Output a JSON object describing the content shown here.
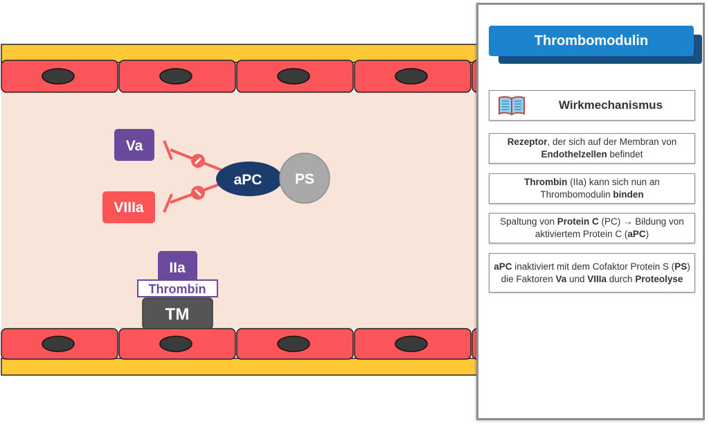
{
  "diagram": {
    "labels": {
      "va": "Va",
      "viiia": "VIIIa",
      "apc": "aPC",
      "ps": "PS",
      "iia": "IIa",
      "thrombin": "Thrombin",
      "tm": "TM"
    },
    "colors": {
      "wall_yellow": "#fec837",
      "cell_red": "#fc5559",
      "nucleus": "#3a3a3a",
      "lumen": "#f9e4d9",
      "va_purple": "#6a4a9c",
      "viiia_red": "#f95557",
      "apc_navy": "#1d3c6e",
      "ps_gray": "#a9a9a9",
      "tm_dark": "#555555",
      "inhibitor": "#f55c5c"
    }
  },
  "panel": {
    "title": "Thrombomodulin",
    "section_label": "Wirkmechanismus",
    "section_icon": "book-icon",
    "colors": {
      "title_bg": "#1c84cf",
      "title_shadow": "#184f80",
      "border": "#8e8e8e"
    },
    "boxes": [
      [
        {
          "t": "Rezeptor",
          "b": true
        },
        {
          "t": ", der sich auf der Membran von ",
          "b": false
        },
        {
          "t": "Endothelzellen",
          "b": true
        },
        {
          "t": " befindet",
          "b": false
        }
      ],
      [
        {
          "t": "Thrombin",
          "b": true
        },
        {
          "t": " (IIa) kann sich nun an Thrombomodulin ",
          "b": false
        },
        {
          "t": "binden",
          "b": true
        }
      ],
      [
        {
          "t": "Spaltung von ",
          "b": false
        },
        {
          "t": "Protein C",
          "b": true
        },
        {
          "t": " (PC) → Bildung von aktiviertem Protein C (",
          "b": false
        },
        {
          "t": "aPC",
          "b": true
        },
        {
          "t": ")",
          "b": false
        }
      ],
      [
        {
          "t": "aPC",
          "b": true
        },
        {
          "t": " inaktiviert mit dem Cofaktor Protein S (",
          "b": false
        },
        {
          "t": "PS",
          "b": true
        },
        {
          "t": ") die Faktoren ",
          "b": false
        },
        {
          "t": "Va",
          "b": true
        },
        {
          "t": " und ",
          "b": false
        },
        {
          "t": "VIIIa",
          "b": true
        },
        {
          "t": " durch ",
          "b": false
        },
        {
          "t": "Proteolyse",
          "b": true
        }
      ]
    ]
  }
}
